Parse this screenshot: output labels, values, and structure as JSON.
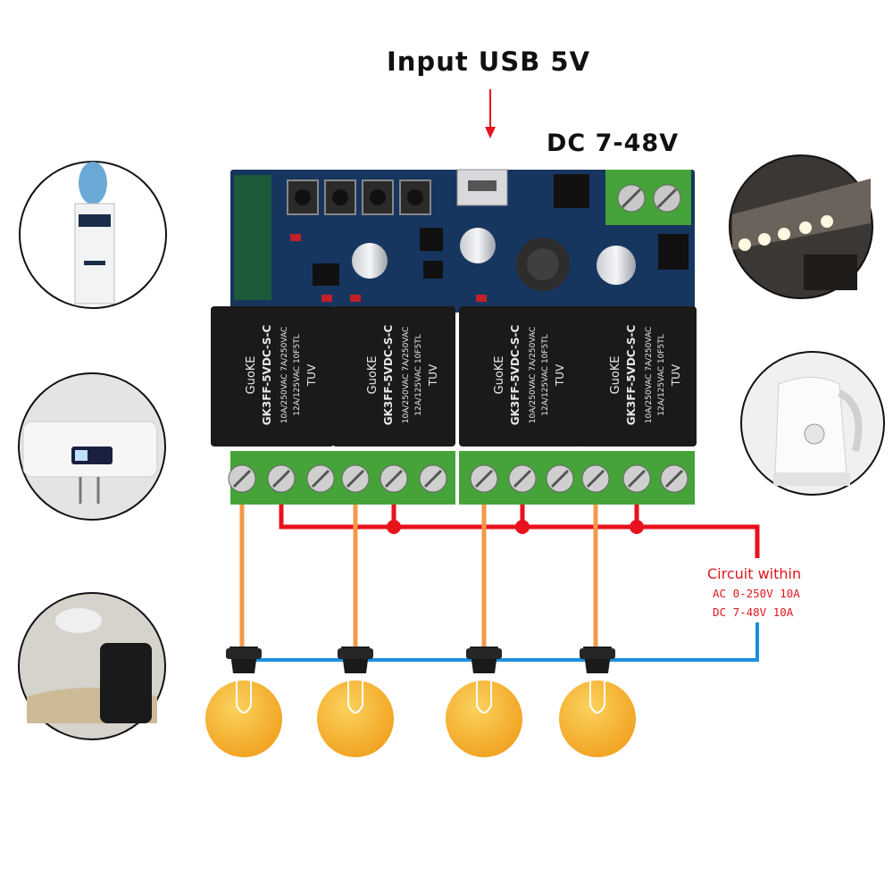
{
  "labels": {
    "input": "Input USB 5V",
    "dc_input": "DC 7-48V",
    "circuit_title": "Circuit within",
    "circuit_lines": [
      "AC 0-250V 10A",
      "DC 7-48V 10A"
    ]
  },
  "relay_markings": {
    "brand": "GuoKE",
    "model": "GK3FF-5VDC-S-C",
    "ratings": [
      "10A/250VAC 7A/250VAC",
      "12A/125VAC 10F5TL"
    ],
    "tuv": "TUV"
  },
  "relay_count": 4,
  "bulb_count": 4,
  "appliances": [
    {
      "name": "water-dispenser-icon"
    },
    {
      "name": "water-heater-icon"
    },
    {
      "name": "humidifier-icon"
    },
    {
      "name": "ceiling-lights-icon"
    },
    {
      "name": "electric-kettle-icon"
    }
  ],
  "colors": {
    "live_wire": "#e8121c",
    "neutral_wire": "#1e8fde",
    "load_wire": "#f29a4a",
    "pcb": "#17365f",
    "relay": "#1a1a1a",
    "terminal": "#46a33a",
    "bulb": "#f4a826"
  }
}
